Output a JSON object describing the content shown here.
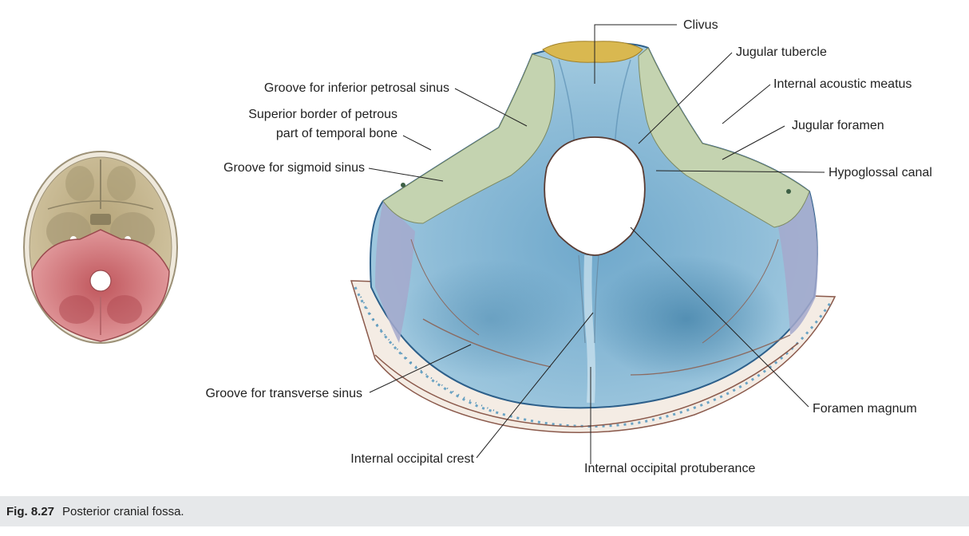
{
  "figure": {
    "number": "Fig. 8.27",
    "caption": "Posterior cranial fossa."
  },
  "labels": {
    "clivus": "Clivus",
    "jugular_tubercle": "Jugular tubercle",
    "internal_acoustic_meatus": "Internal acoustic meatus",
    "jugular_foramen": "Jugular foramen",
    "hypoglossal_canal": "Hypoglossal canal",
    "groove_inferior_petrosal": "Groove for inferior petrosal sinus",
    "superior_border_line1": "Superior border of petrous",
    "superior_border_line2": "part of temporal bone",
    "groove_sigmoid": "Groove for sigmoid sinus",
    "groove_transverse": "Groove for transverse sinus",
    "foramen_magnum": "Foramen magnum",
    "internal_occipital_crest": "Internal occipital crest",
    "internal_occipital_protuberance": "Internal occipital protuberance"
  },
  "colors": {
    "occipital_blue": "#8fbdd8",
    "occipital_deep": "#3f7fa6",
    "petrous_green": "#c4d3b0",
    "clivus_yellow": "#d9b850",
    "parietal_purple": "#a5a9cc",
    "skull_tan": "#c5b68f",
    "fossa_red": "#d9888c",
    "caption_bg": "#e6e8ea"
  }
}
